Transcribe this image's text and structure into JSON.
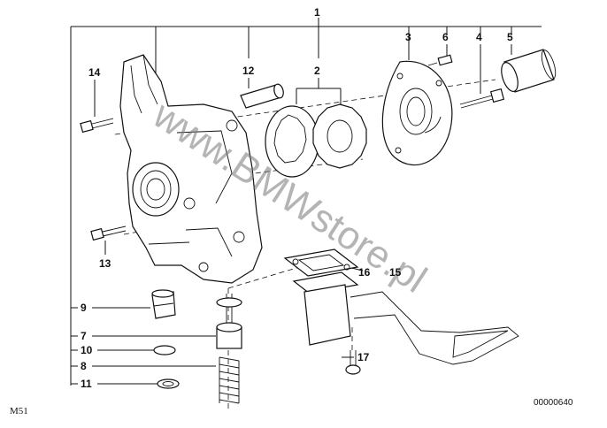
{
  "diagram": {
    "callouts": {
      "c1": "1",
      "c2": "2",
      "c3": "3",
      "c4": "4",
      "c5": "5",
      "c6": "6",
      "c7": "7",
      "c8": "8",
      "c9": "9",
      "c10": "10",
      "c11": "11",
      "c12": "12",
      "c13": "13",
      "c14": "14",
      "c15": "15",
      "c16": "16",
      "c17": "17"
    },
    "model_code": "M51",
    "drawing_number": "00000640",
    "watermark": "www.BMWstore.pl"
  }
}
